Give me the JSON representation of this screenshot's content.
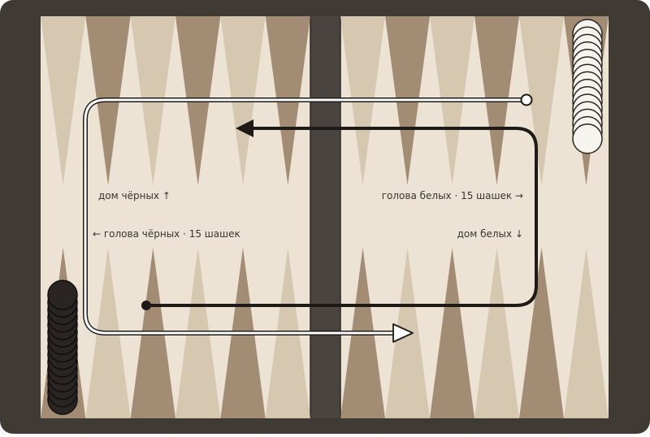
{
  "labels": {
    "black_home": "дом чёрных ↑",
    "white_head": "голова белых · 15 шашек →",
    "black_head": "← голова чёрных · 15 шашек",
    "white_home": "дом белых ↓"
  },
  "board": {
    "points_per_half": 6,
    "checkers_per_side": 15,
    "frame_color": "#403a35",
    "bar_color": "#4a4440",
    "felt_color": "#ece3d4",
    "point_dark": "#a28c74",
    "point_light": "#d6c7b1",
    "white_checker": "#f6f4ef",
    "black_checker": "#2a2522"
  },
  "paths": {
    "white_path_color": "#ffffff",
    "black_path_color": "#1e1a17"
  }
}
